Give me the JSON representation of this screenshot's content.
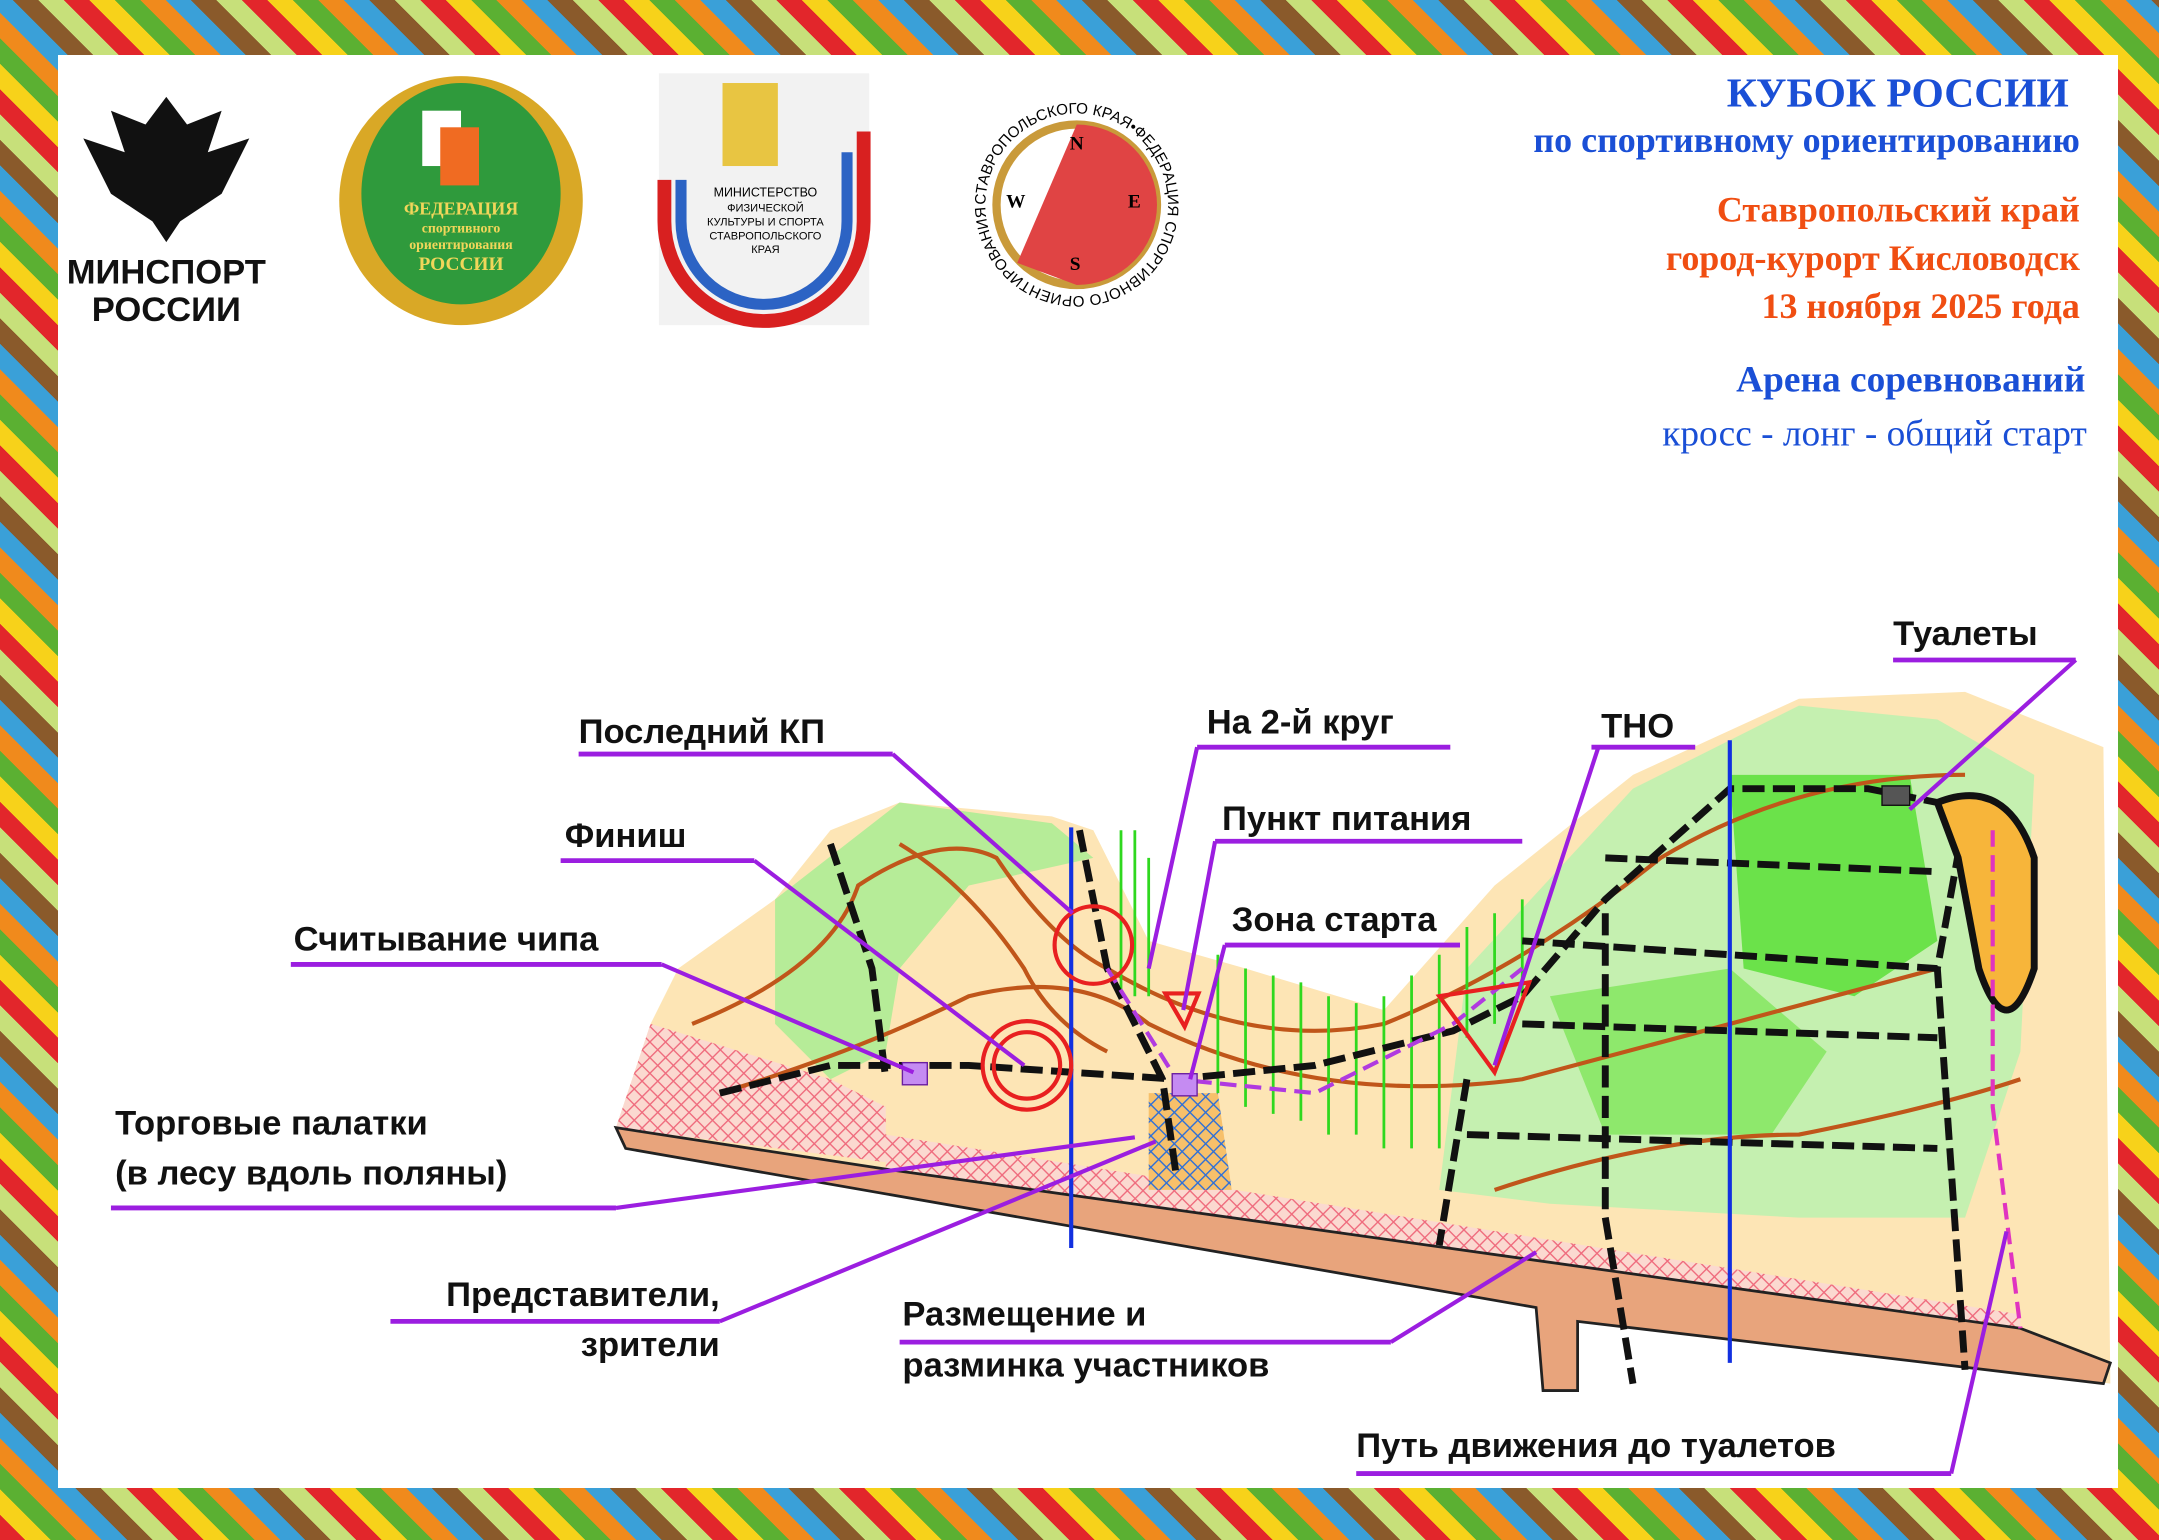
{
  "header": {
    "title": "КУБОК РОССИИ",
    "subtitle": "по спортивному ориентированию",
    "region": "Ставропольский край",
    "city": "город-курорт Кисловодск",
    "date": "13 ноября 2025 года",
    "section": "Арена соревнований",
    "format": "кросс - лонг - общий старт"
  },
  "logos": {
    "minsport": [
      "МИНСПОРТ",
      "РОССИИ"
    ],
    "federation": [
      "ФЕДЕРАЦИЯ",
      "спортивного",
      "ориентирования",
      "РОССИИ"
    ],
    "ministry": [
      "МИНИСТЕРСТВО",
      "ФИЗИЧЕСКОЙ",
      "КУЛЬТУРЫ И СПОРТА",
      "СТАВРОПОЛЬСКОГО",
      "КРАЯ"
    ],
    "stavropol_federation": "СТАВРОПОЛЬСКОГО КРАЯ•ФЕДЕРАЦИЯ СПОРТИВНОГО ОРИЕНТИРОВАНИЯ",
    "compass": [
      "N",
      "E",
      "S",
      "W"
    ]
  },
  "map_labels": {
    "last_cp": "Последний КП",
    "second_lap": "На 2-й круг",
    "tno": "ТНО",
    "toilets": "Туалеты",
    "food": "Пункт питания",
    "finish": "Финиш",
    "start_zone": "Зона старта",
    "chip_reading": "Считывание чипа",
    "tents_1": "Торговые палатки",
    "tents_2": "(в лесу вдоль поляны)",
    "reps_1": "Представители,",
    "reps_2": "зрители",
    "warmup_1": "Размещение и",
    "warmup_2": "разминка участников",
    "toilet_path": "Путь движения до туалетов"
  },
  "colors": {
    "blue": "#1a4fd6",
    "orange": "#f04e12",
    "leader": "#9b1ee0"
  }
}
